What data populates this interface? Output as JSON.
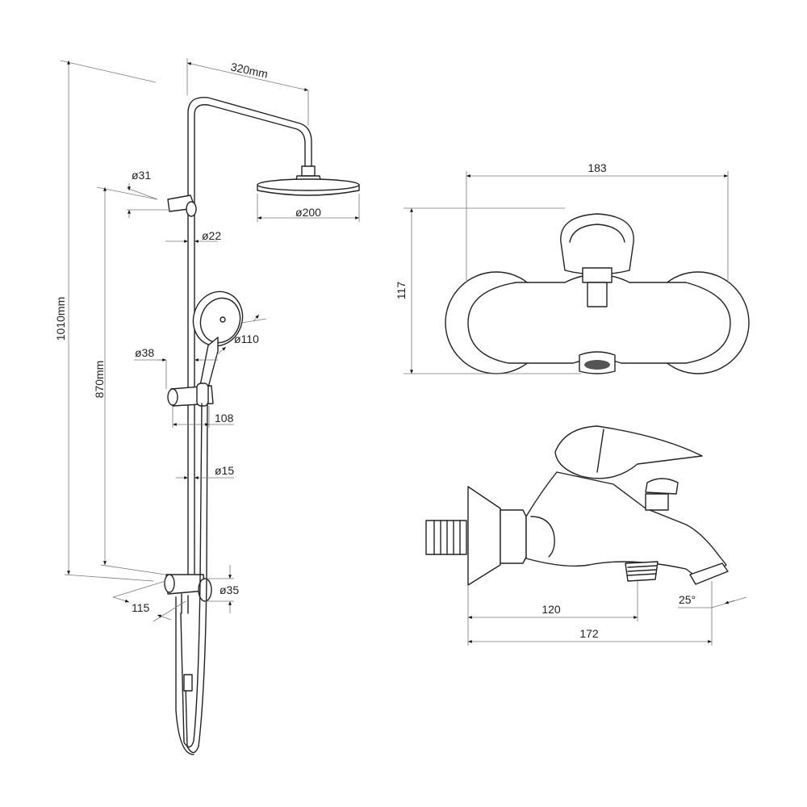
{
  "shower_column": {
    "total_height": "1010mm",
    "bar_height": "870mm",
    "arm_length": "320mm",
    "top_holder_diameter": "ø31",
    "pipe_diameter": "ø22",
    "rain_shower_diameter": "ø200",
    "hand_shower_diameter": "ø110",
    "slider_diameter": "ø38",
    "slider_depth": "108",
    "lower_pipe_diameter": "ø15",
    "bottom_holder_diameter": "ø35",
    "bottom_holder_depth": "115"
  },
  "faucet_front": {
    "width": "183",
    "height": "117"
  },
  "faucet_side": {
    "spout_reach": "120",
    "total_depth": "172",
    "spout_angle": "25°"
  }
}
